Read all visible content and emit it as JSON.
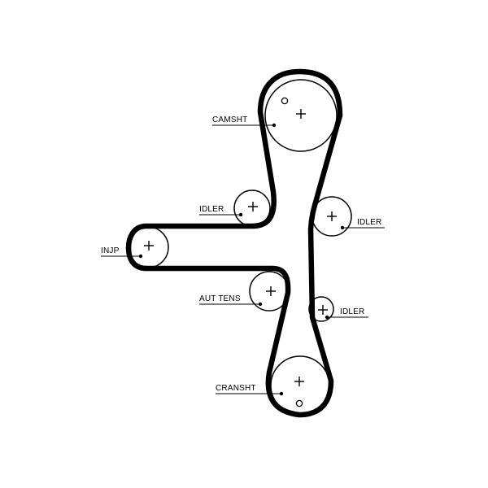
{
  "colors": {
    "line": "#000000",
    "background": "#ffffff"
  },
  "labels": {
    "camshaft": "CAMSHT",
    "idler_upper_left": "IDLER",
    "idler_right_upper": "IDLER",
    "injection_pump": "INJP",
    "auto_tensioner": "AUT TENS",
    "idler_right_lower": "IDLER",
    "crankshaft": "CRANSHT"
  }
}
